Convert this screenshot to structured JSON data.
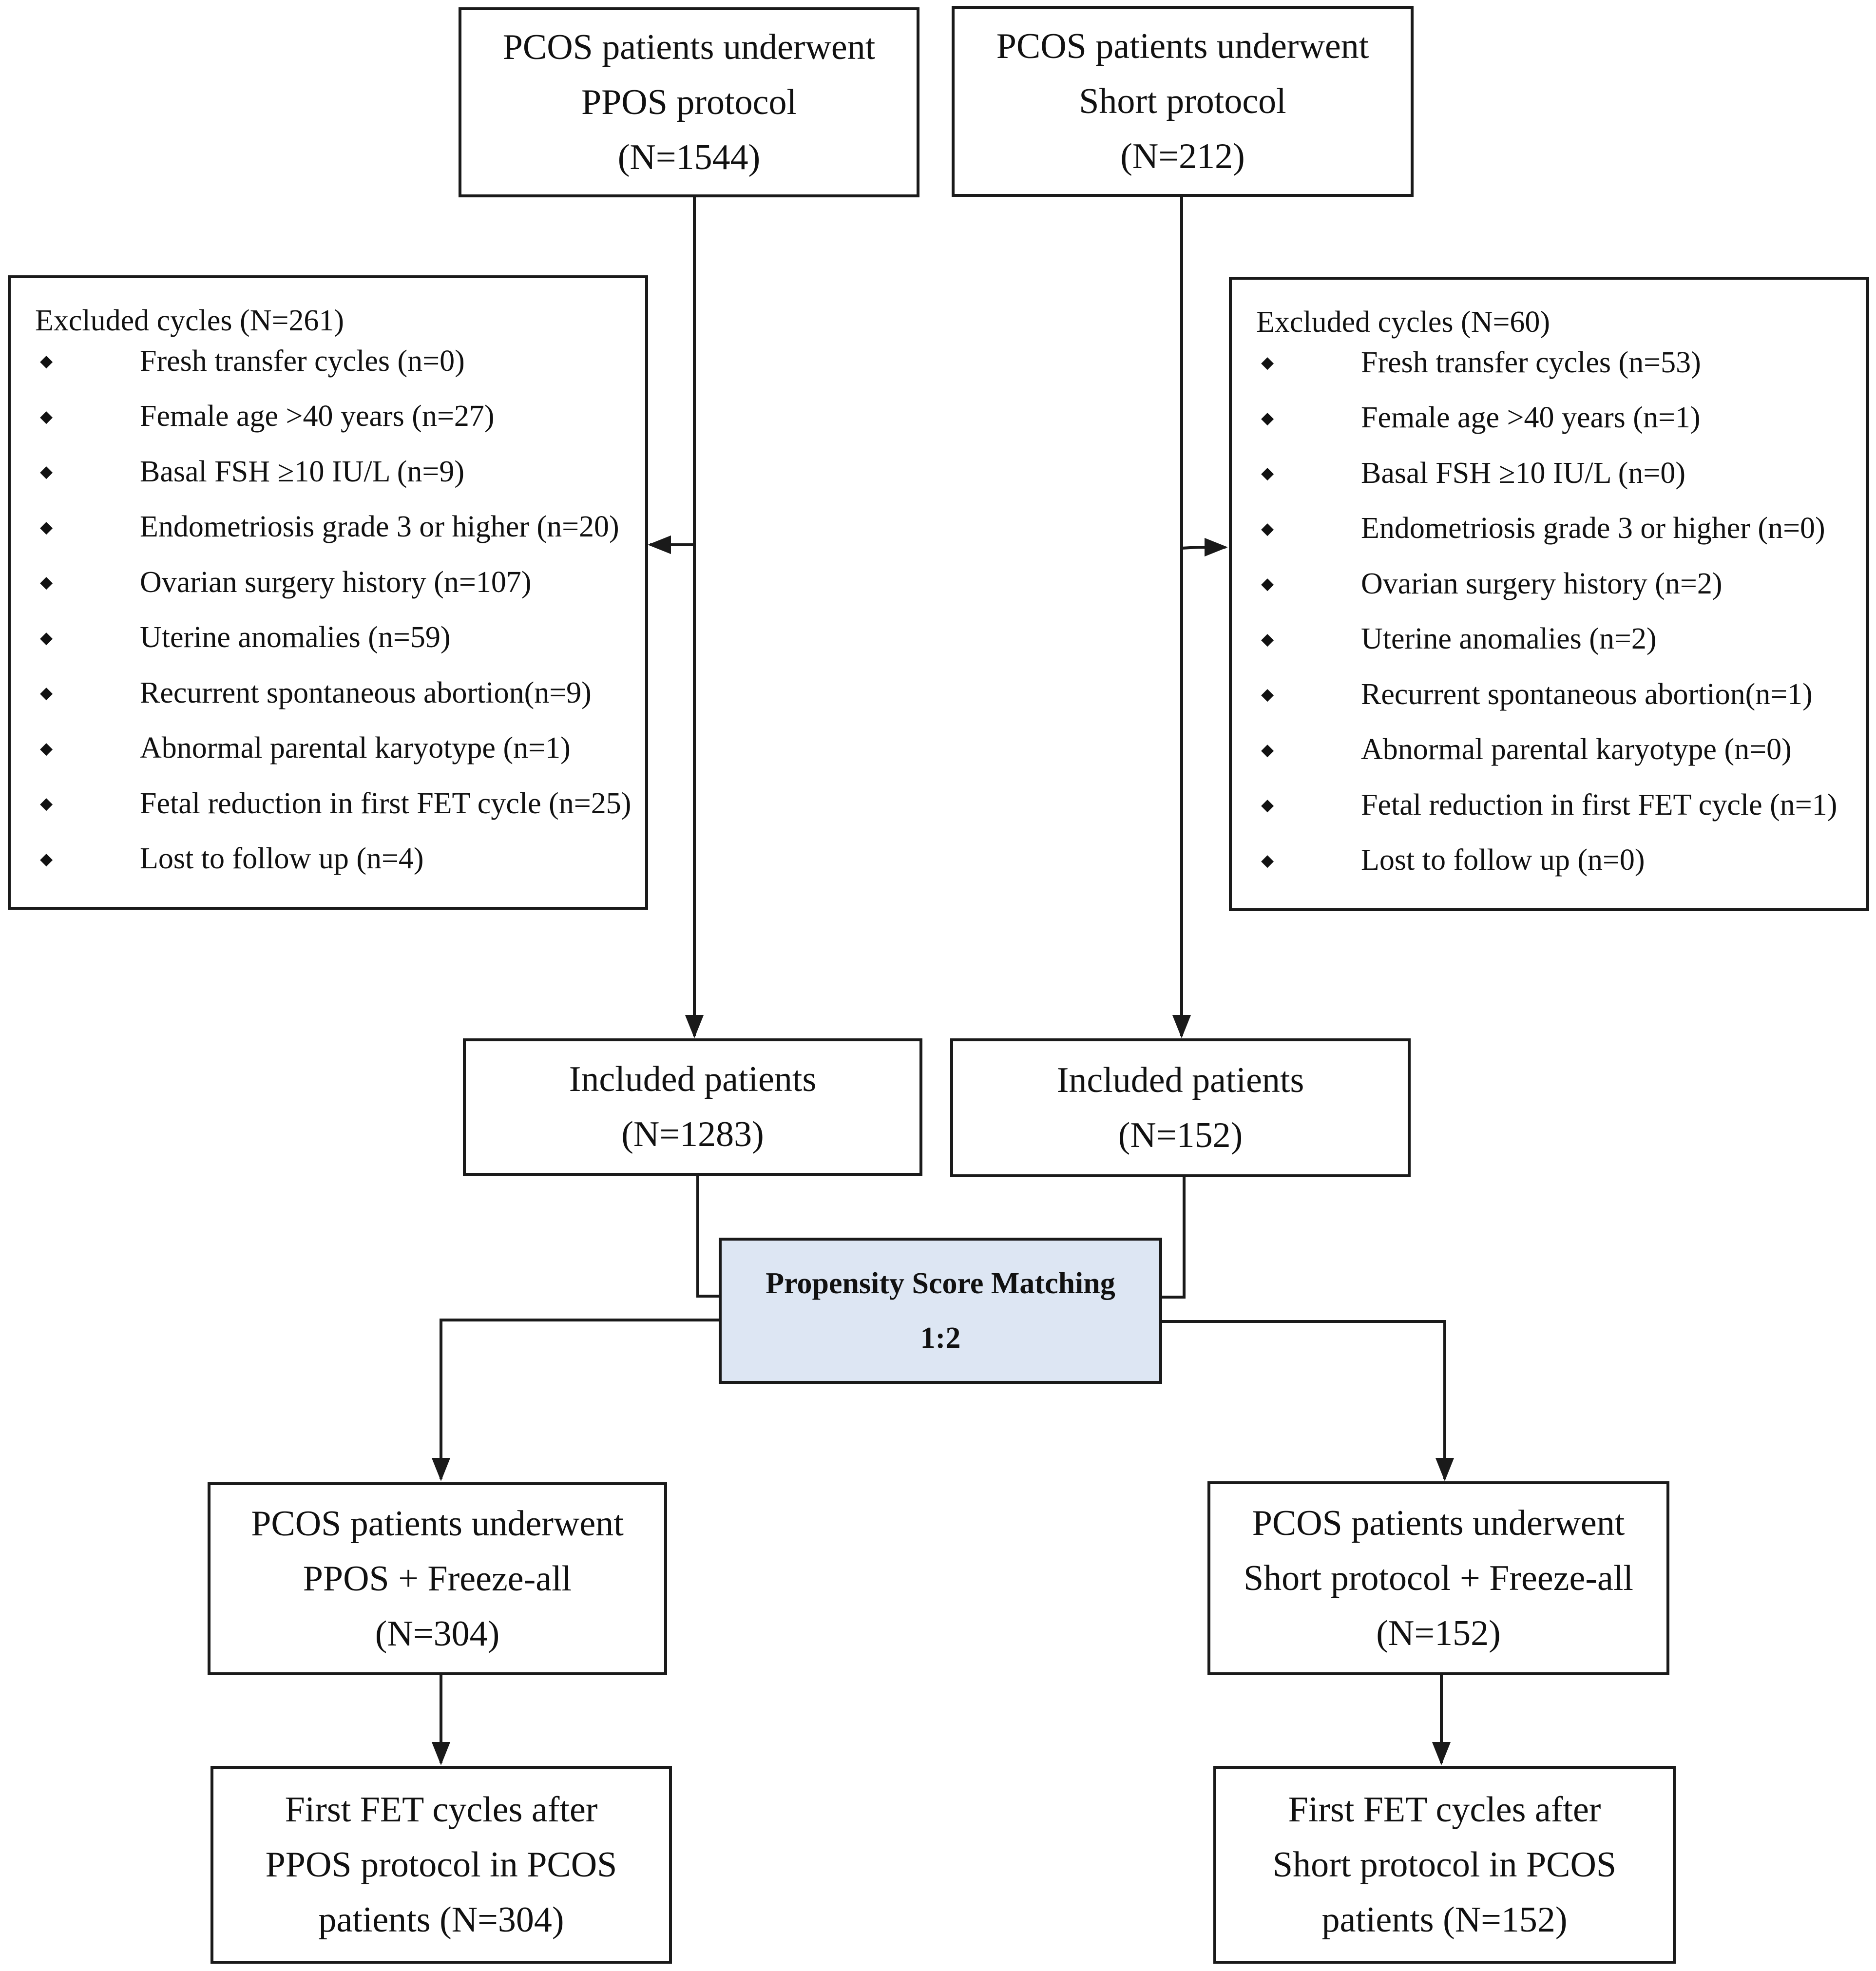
{
  "ppos_group": {
    "start": [
      "PCOS patients underwent",
      "PPOS protocol",
      "(N=1544)"
    ],
    "excluded": {
      "title": "Excluded cycles (N=261)",
      "items": [
        "Fresh transfer cycles (n=0)",
        "Female age >40 years (n=27)",
        "Basal FSH ≥10 IU/L (n=9)",
        "Endometriosis grade 3 or higher (n=20)",
        "Ovarian surgery history (n=107)",
        "Uterine anomalies (n=59)",
        "Recurrent spontaneous abortion(n=9)",
        "Abnormal parental karyotype (n=1)",
        "Fetal reduction in first FET cycle (n=25)",
        "Lost to follow up (n=4)"
      ]
    },
    "included": [
      "Included patients",
      "(N=1283)"
    ],
    "matched": [
      "PCOS patients underwent",
      "PPOS + Freeze-all",
      "(N=304)"
    ],
    "final": [
      "First FET cycles after",
      "PPOS protocol in PCOS",
      "patients (N=304)"
    ]
  },
  "short_group": {
    "start": [
      "PCOS patients underwent",
      "Short protocol",
      "(N=212)"
    ],
    "excluded": {
      "title": "Excluded cycles (N=60)",
      "items": [
        "Fresh transfer cycles (n=53)",
        "Female age >40 years (n=1)",
        "Basal FSH ≥10 IU/L (n=0)",
        "Endometriosis grade 3 or higher (n=0)",
        "Ovarian surgery history (n=2)",
        "Uterine anomalies (n=2)",
        "Recurrent spontaneous abortion(n=1)",
        "Abnormal parental karyotype (n=0)",
        "Fetal reduction in first FET cycle (n=1)",
        "Lost to follow up (n=0)"
      ]
    },
    "included": [
      "Included patients",
      "(N=152)"
    ],
    "matched": [
      "PCOS patients underwent",
      "Short protocol + Freeze-all",
      "(N=152)"
    ],
    "final": [
      "First FET cycles after",
      "Short protocol in PCOS",
      "patients (N=152)"
    ]
  },
  "matching": [
    "Propensity Score Matching",
    "1:2"
  ],
  "bullet_glyph": "◆",
  "colors": {
    "border": "#1a1a1a",
    "matching_fill": "#dde6f3"
  }
}
